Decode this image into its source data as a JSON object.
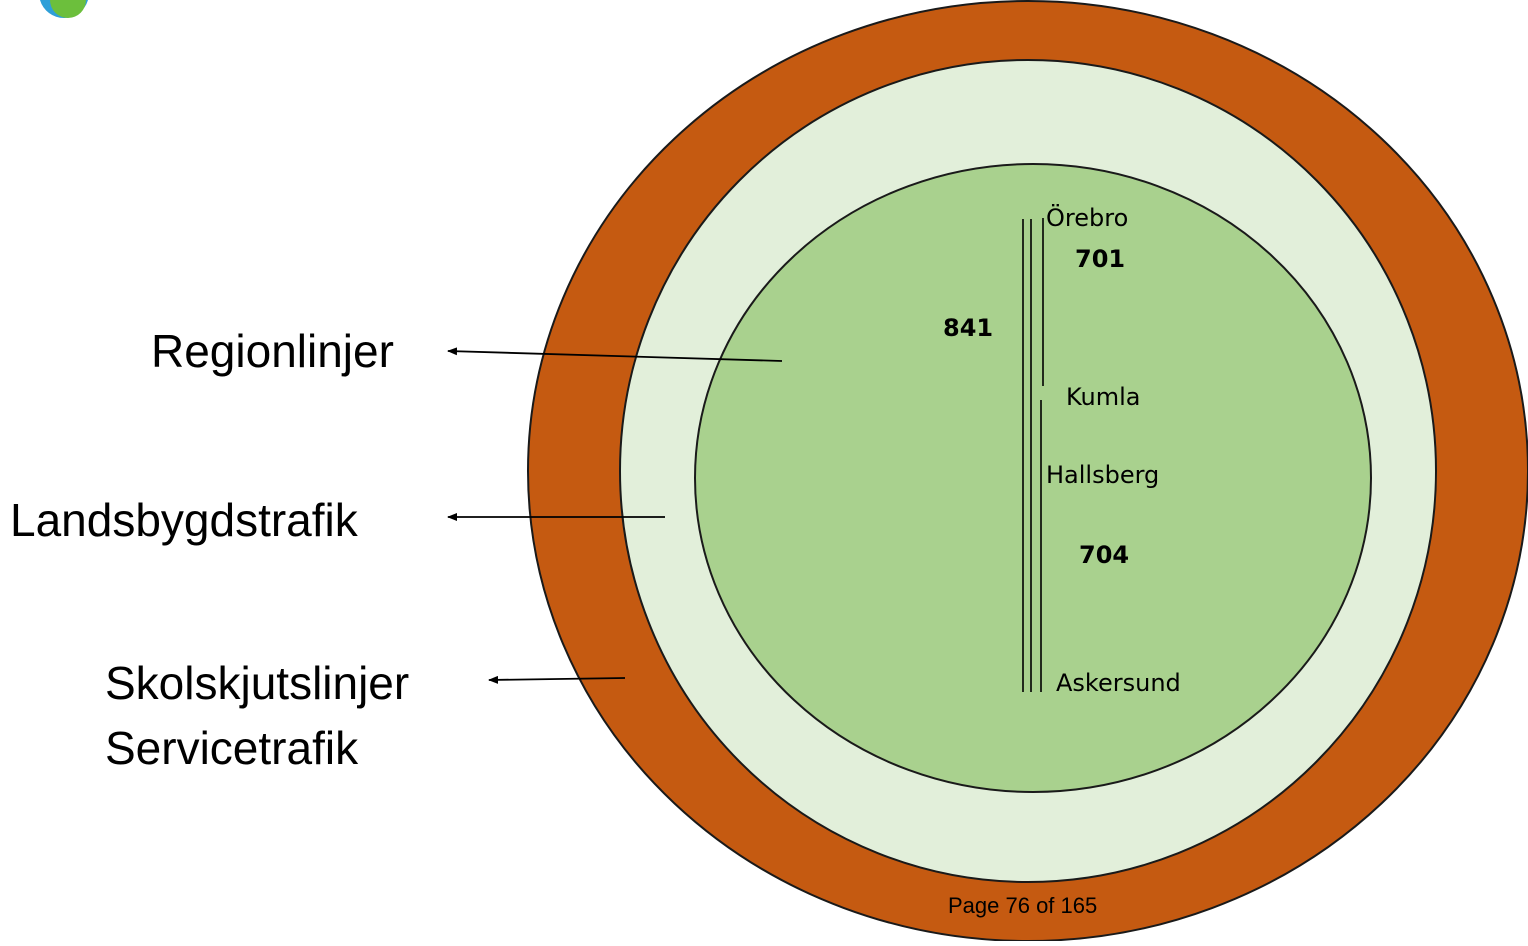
{
  "rings": {
    "outer_color": "#C55A11",
    "middle_color": "#E2EFDA",
    "inner_color": "#A9D18E",
    "stroke_color": "#1a1a1a"
  },
  "labels": {
    "regionlinjer": "Regionlinjer",
    "landsbygdstrafik": "Landsbygdstrafik",
    "skolskjutslinjer": "Skolskjutslinjer",
    "servicetrafik": "Servicetrafik"
  },
  "routes": {
    "line_841": "841",
    "line_701": "701",
    "line_704": "704"
  },
  "stops": [
    "Örebro",
    "Kumla",
    "Hallsberg",
    "Askersund"
  ],
  "footer": {
    "page": "Page 76 of 165"
  },
  "logo": {
    "colors": [
      "#2e9fd8",
      "#6cbf3c"
    ]
  }
}
